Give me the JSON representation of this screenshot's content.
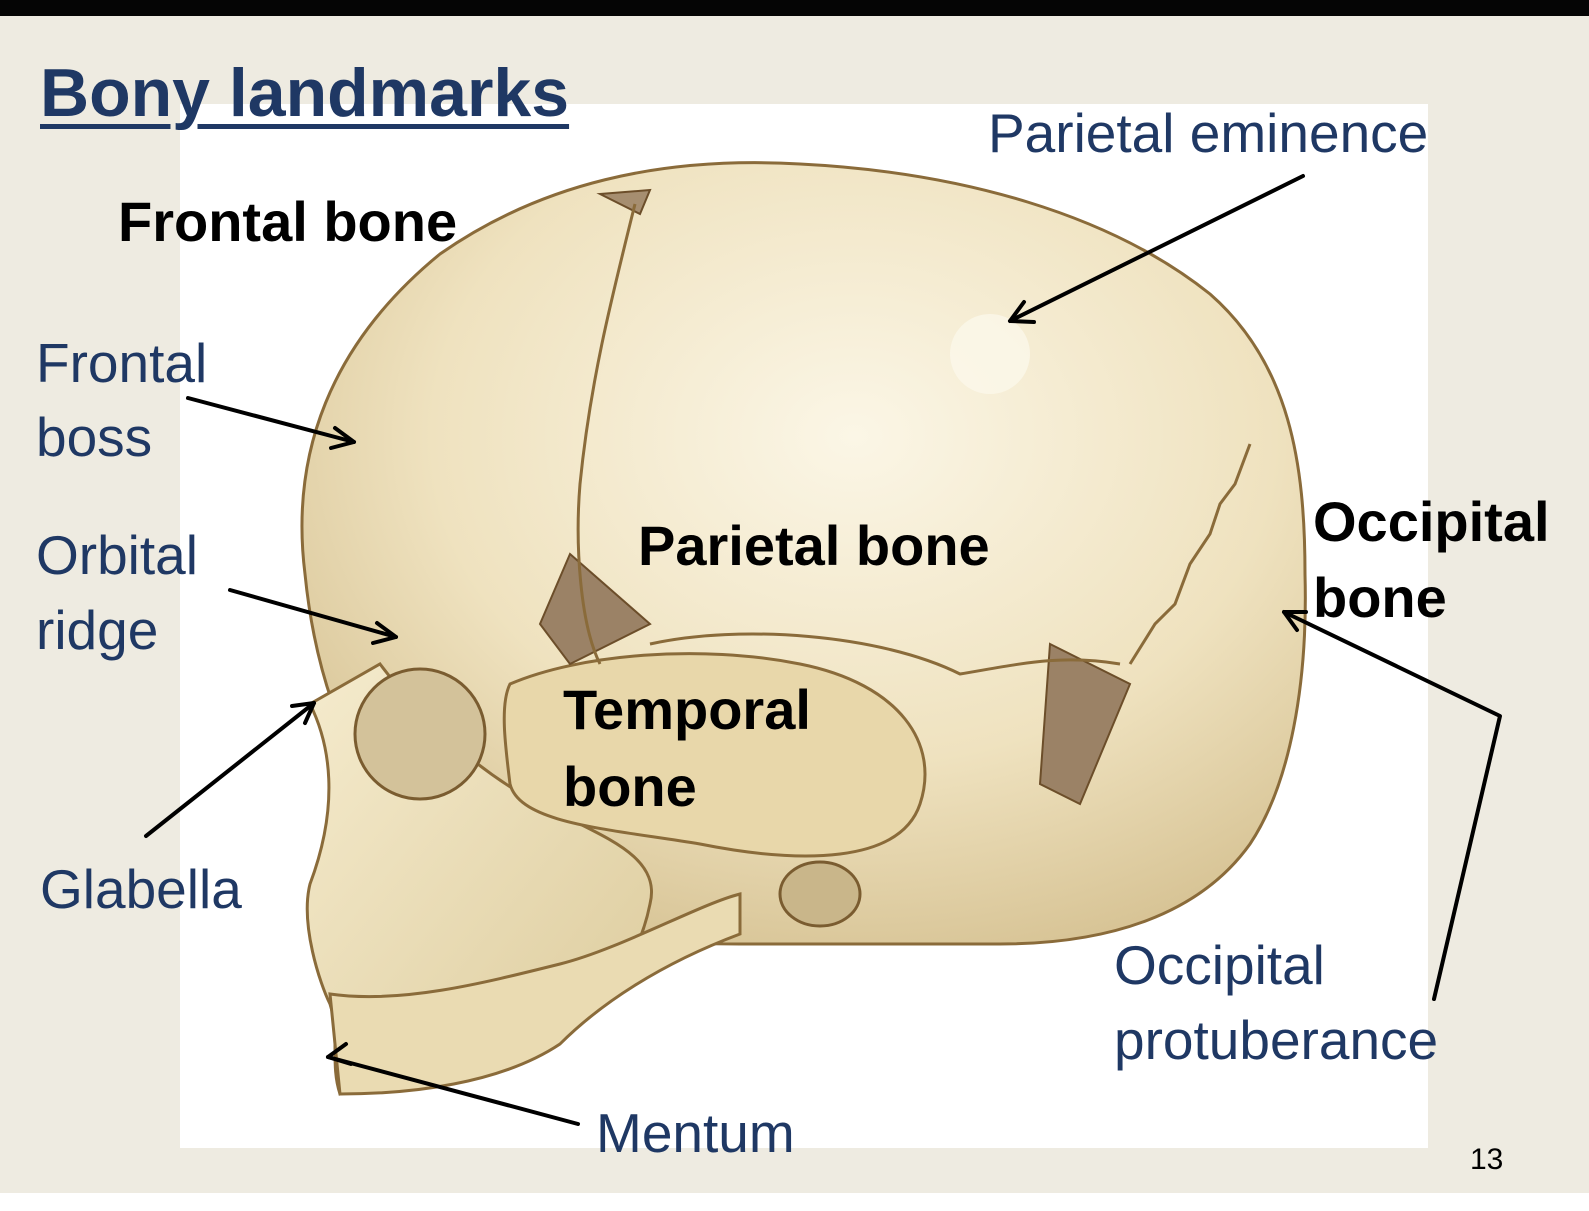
{
  "title": "Bony landmarks",
  "bones": {
    "frontal": "Frontal bone",
    "parietal": "Parietal bone",
    "temporal": "Temporal\nbone",
    "occipital": "Occipital\nbone"
  },
  "landmarks": {
    "parietal_eminence": "Parietal eminence",
    "frontal_boss": "Frontal\nboss",
    "orbital_ridge": "Orbital\nridge",
    "glabella": "Glabella",
    "occipital_protuberance": "Occipital\nprotuberance",
    "mentum": "Mentum"
  },
  "page_number": "13",
  "colors": {
    "title": "#1f3864",
    "landmark_text": "#1f3864",
    "bone_text": "#000000",
    "background": "#eeebe1",
    "bone": "#f0e3bf"
  }
}
